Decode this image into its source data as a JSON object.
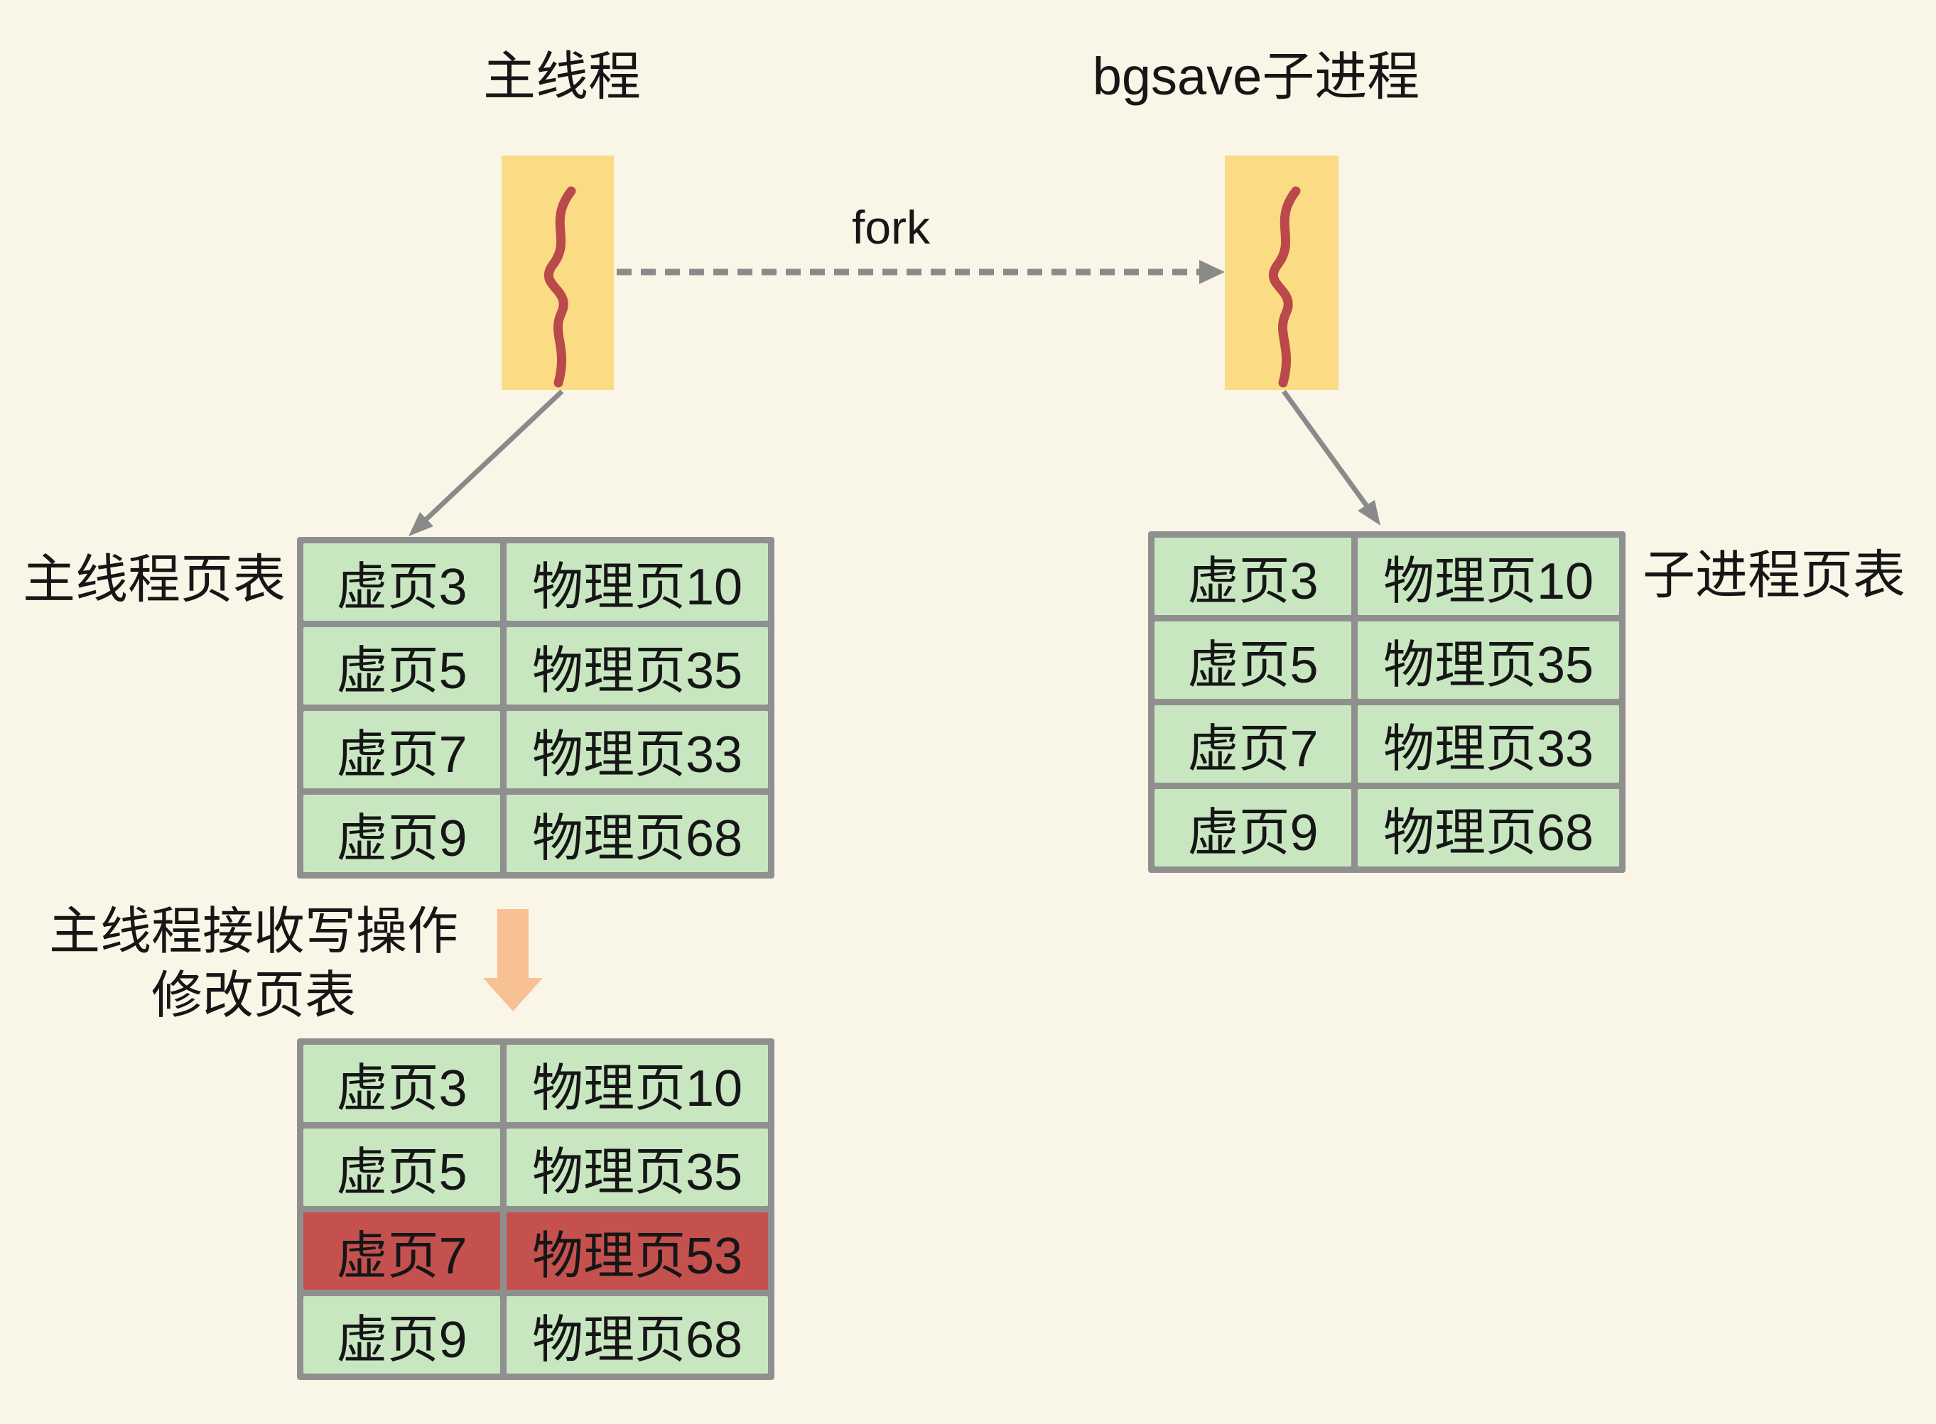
{
  "labels": {
    "main_thread": "主线程",
    "bgsave_child": "bgsave子进程",
    "fork": "fork",
    "main_page_table": "主线程页表",
    "child_page_table": "子进程页表",
    "write_note_line1": "主线程接收写操作",
    "write_note_line2": "修改页表"
  },
  "main_page_table": {
    "rows": [
      {
        "virtual_page": "虚页3",
        "physical_page": "物理页10"
      },
      {
        "virtual_page": "虚页5",
        "physical_page": "物理页35"
      },
      {
        "virtual_page": "虚页7",
        "physical_page": "物理页33"
      },
      {
        "virtual_page": "虚页9",
        "physical_page": "物理页68"
      }
    ]
  },
  "child_page_table": {
    "rows": [
      {
        "virtual_page": "虚页3",
        "physical_page": "物理页10"
      },
      {
        "virtual_page": "虚页5",
        "physical_page": "物理页35"
      },
      {
        "virtual_page": "虚页7",
        "physical_page": "物理页33"
      },
      {
        "virtual_page": "虚页9",
        "physical_page": "物理页68"
      }
    ]
  },
  "modified_page_table": {
    "rows": [
      {
        "virtual_page": "虚页3",
        "physical_page": "物理页10",
        "highlighted": false
      },
      {
        "virtual_page": "虚页5",
        "physical_page": "物理页35",
        "highlighted": false
      },
      {
        "virtual_page": "虚页7",
        "physical_page": "物理页53",
        "highlighted": true
      },
      {
        "virtual_page": "虚页9",
        "physical_page": "物理页68",
        "highlighted": false
      }
    ]
  },
  "colors": {
    "background": "#f9f6e8",
    "process_box_yellow": "#fbdc85",
    "thread_squiggle_red": "#b9494b",
    "table_cell_green": "#c8e7c1",
    "table_cell_red": "#c5514f",
    "table_border_gray": "#8f8f8f",
    "arrow_gray": "#8a8a8a",
    "write_arrow_orange": "#f8c193",
    "text": "#161616"
  }
}
